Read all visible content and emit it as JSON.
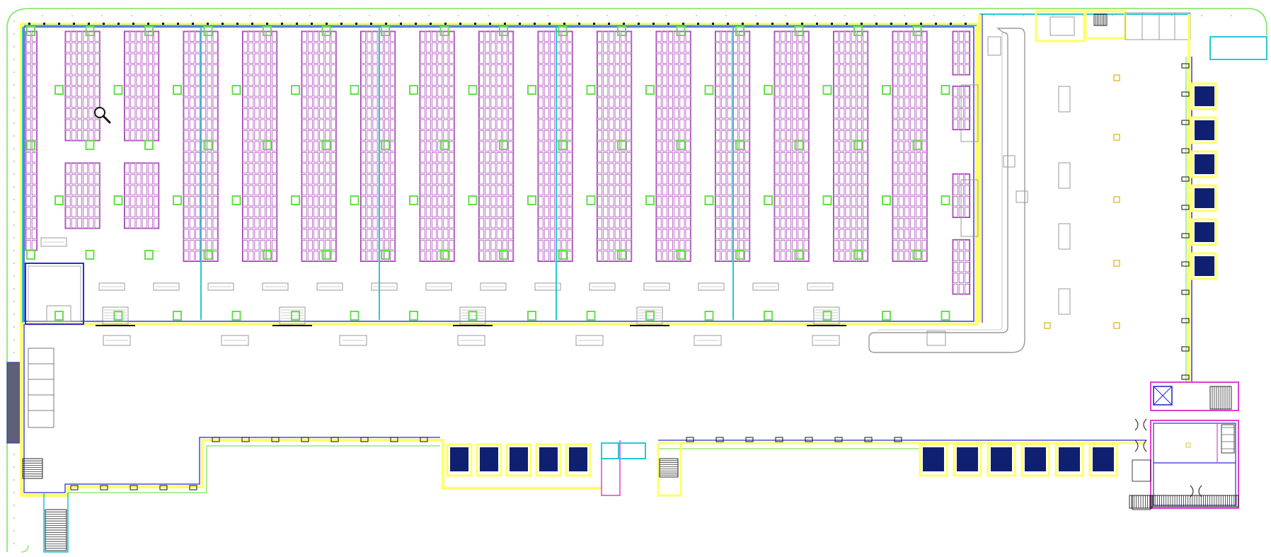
{
  "viewer": {
    "tool_icon": "magnifier-icon"
  },
  "drawing": {
    "colors": {
      "outline_green": "#7ee35a",
      "wall_yellow": "#ffff66",
      "wall_blue": "#2b2bd6",
      "wall_cyan": "#25c9d6",
      "rack_purple": "#a43cb4",
      "column_green": "#66e04a",
      "grey_fixture": "#9a9a9a",
      "dark_blue": "#102070",
      "magenta": "#e040d0",
      "black": "#111111"
    },
    "storage": {
      "rack_pair_count": 15,
      "rows_per_rack": 24,
      "upper_rack_pairs_start": [
        1,
        2
      ],
      "upper_rack_rows": 10,
      "lower_rack_rows": 6
    },
    "loading_docks": {
      "right_wing_count": 6,
      "south_corridor_west_count": 5,
      "south_corridor_east_count": 6
    },
    "stairs": [
      "northeast-stair",
      "southwest-stair",
      "south-middle-stair",
      "east-core-stair",
      "northeast-corner-stair"
    ]
  }
}
